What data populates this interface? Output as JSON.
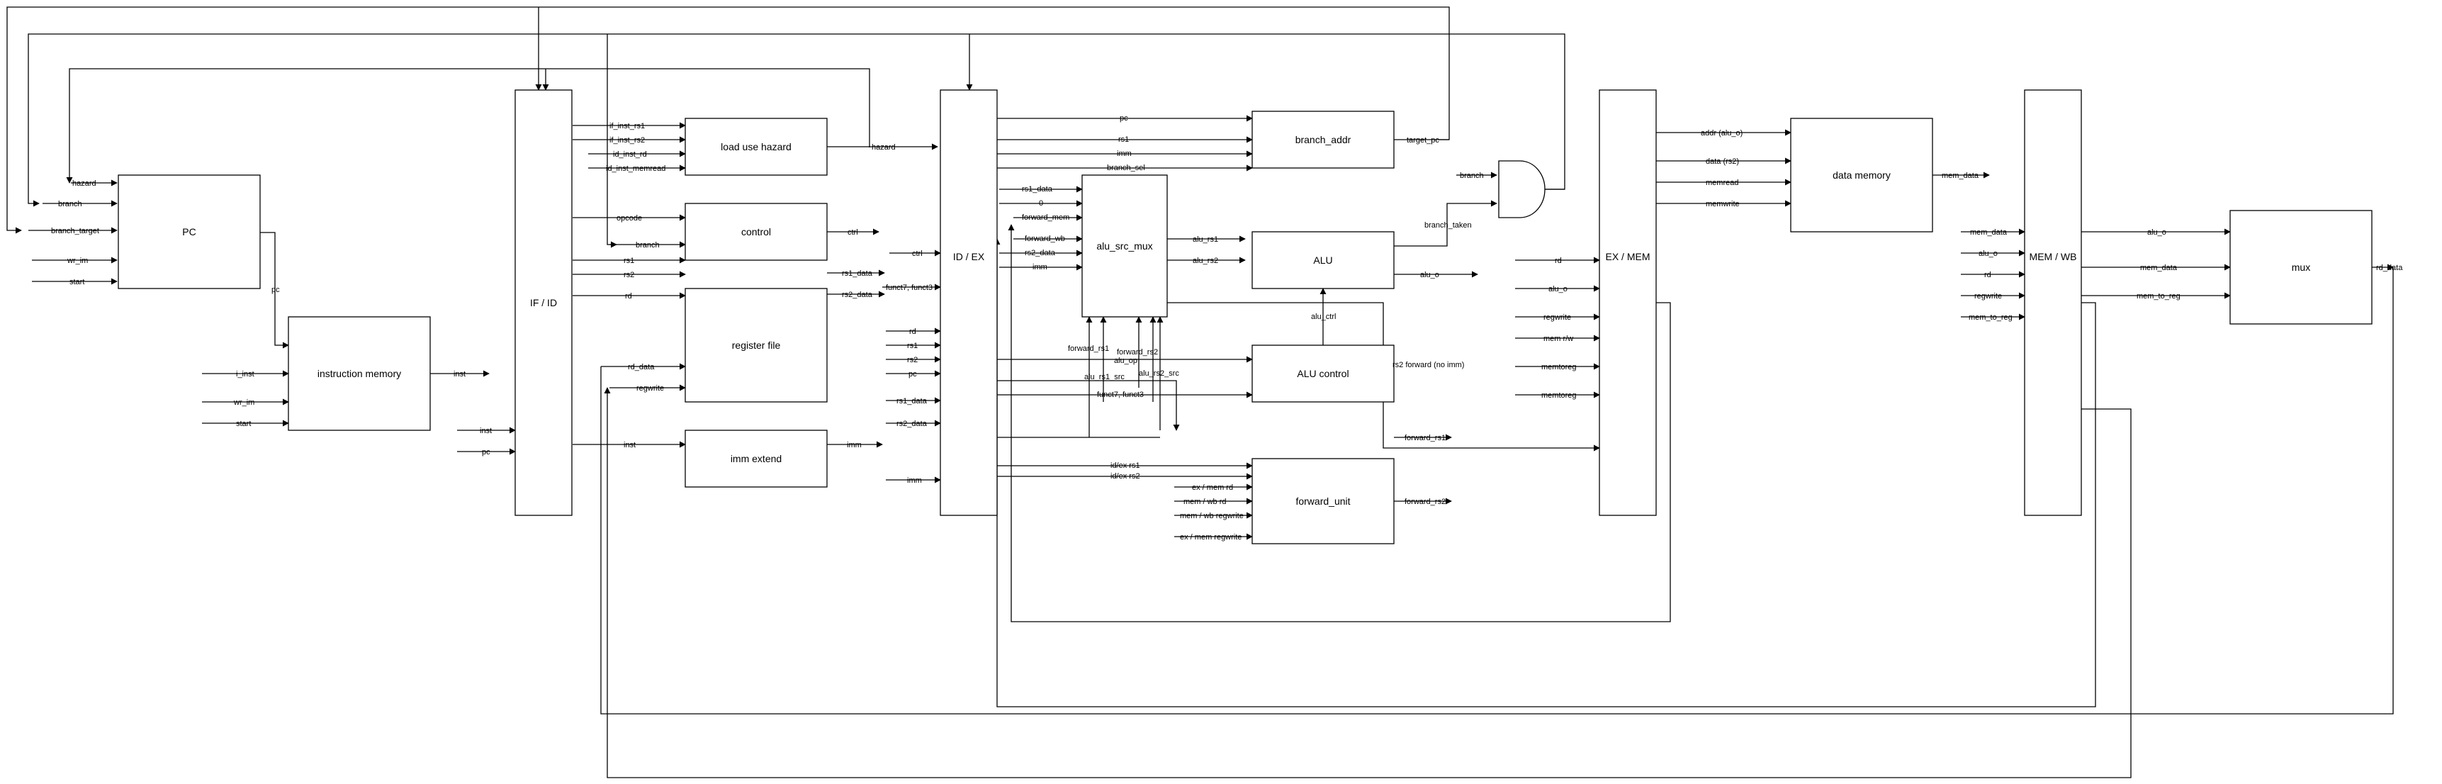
{
  "colors": {
    "stroke": "#000000",
    "background": "#ffffff",
    "block_fill": "#ffffff"
  },
  "blocks": {
    "pc": "PC",
    "instruction_memory": "instruction memory",
    "if_id": "IF / ID",
    "load_use_hazard": "load use hazard",
    "control": "control",
    "register_file": "register file",
    "imm_extend": "imm extend",
    "id_ex": "ID / EX",
    "alu_src_mux": "alu_src_mux",
    "branch_addr": "branch_addr",
    "alu": "ALU",
    "alu_control": "ALU control",
    "forward_unit": "forward_unit",
    "ex_mem": "EX / MEM",
    "data_memory": "data memory",
    "mem_wb": "MEM / WB",
    "mux": "mux",
    "and_gate_icon": "and-gate-icon"
  },
  "labels": {
    "pc_hazard": "hazard",
    "pc_branch": "branch",
    "pc_branch_target": "branch_target",
    "pc_wr_im": "wr_im",
    "pc_start": "start",
    "pc_out": "pc",
    "im_i_inst": "i_inst",
    "im_wr_im": "wr_im",
    "im_start": "start",
    "im_inst": "inst",
    "ifid_inst": "inst",
    "ifid_pc": "pc",
    "if_inst_rs1": "if_inst_rs1",
    "if_inst_rs2": "if_inst_rs2",
    "id_inst_rd": "id_inst_rd",
    "id_inst_memread": "id_inst_memread",
    "hazard": "hazard",
    "opcode": "opcode",
    "branch": "branch",
    "ctrl": "ctrl",
    "rf_rs1": "rs1",
    "rf_rs2": "rs2",
    "rf_rd": "rd",
    "rf_rd_data": "rd_data",
    "rf_regwrite": "regwrite",
    "rf_rs1_data": "rs1_data",
    "rf_rs2_data": "rs2_data",
    "ie_inst": "inst",
    "ie_imm": "imm",
    "idex_ctrl": "ctrl",
    "idex_funct": "funct7, funct3",
    "idex_rd": "rd",
    "idex_rs1": "rs1",
    "idex_rs2": "rs2",
    "idex_pc": "pc",
    "idex_rs1_data": "rs1_data",
    "idex_rs2_data": "rs2_data",
    "idex_imm": "imm",
    "o_pc": "pc",
    "o_rs1": "rs1",
    "o_imm": "imm",
    "o_branch_sel": "branch_sel",
    "asm_rs1_data": "rs1_data",
    "asm_zero": "0",
    "asm_forward_mem": "forward_mem",
    "asm_forward_wb": "forward_wb",
    "asm_rs2_data": "rs2_data",
    "asm_imm": "imm",
    "alu_rs1": "alu_rs1",
    "alu_rs2": "alu_rs2",
    "alu_o": "alu_o",
    "alu_ctrl": "alu_ctrl",
    "forward_rs1_lbl": "forward_rs1",
    "forward_rs2_lbl": "forward_rs2",
    "alu_op": "alu_op",
    "alu_rs1_src": "alu_rs1_src",
    "alu_rs2_src": "alu_rs2_src",
    "funct_lbl": "funct7, funct3",
    "rs2_forward": "rs2 forward (no imm)",
    "target_pc": "target_pc",
    "branch_in": "branch",
    "branch_taken": "branch_taken",
    "fu_idex_rs1": "id/ex rs1",
    "fu_idex_rs2": "id/ex rs2",
    "fu_exmem_rd": "ex / mem rd",
    "fu_memwb_rd": "mem / wb rd",
    "fu_memwb_regwrite": "mem / wb regwrite",
    "fu_exmem_regwrite": "ex / mem regwrite",
    "fu_forward_rs1": "forward_rs1",
    "fu_forward_rs2": "forward_rs2",
    "em_rd": "rd",
    "em_alu_o": "alu_o",
    "em_regwrite": "regwrite",
    "em_mem_rw": "mem r/w",
    "em_memtoreg": "memtoreg",
    "em_memtoreg2": "memtoreg",
    "dm_addr": "addr (alu_o)",
    "dm_data": "data (rs2)",
    "dm_memread": "memread",
    "dm_memwrite": "memwrite",
    "dm_mem_data": "mem_data",
    "mw_mem_data": "mem_data",
    "mw_alu_o": "alu_o",
    "mw_rd": "rd",
    "mw_regwrite": "regwrite",
    "mw_mem_to_reg": "mem_to_reg",
    "mux_alu_o": "alu_o",
    "mux_mem_data": "mem_data",
    "mux_mem_to_reg": "mem_to_reg",
    "mux_rd_data": "rd_data"
  }
}
